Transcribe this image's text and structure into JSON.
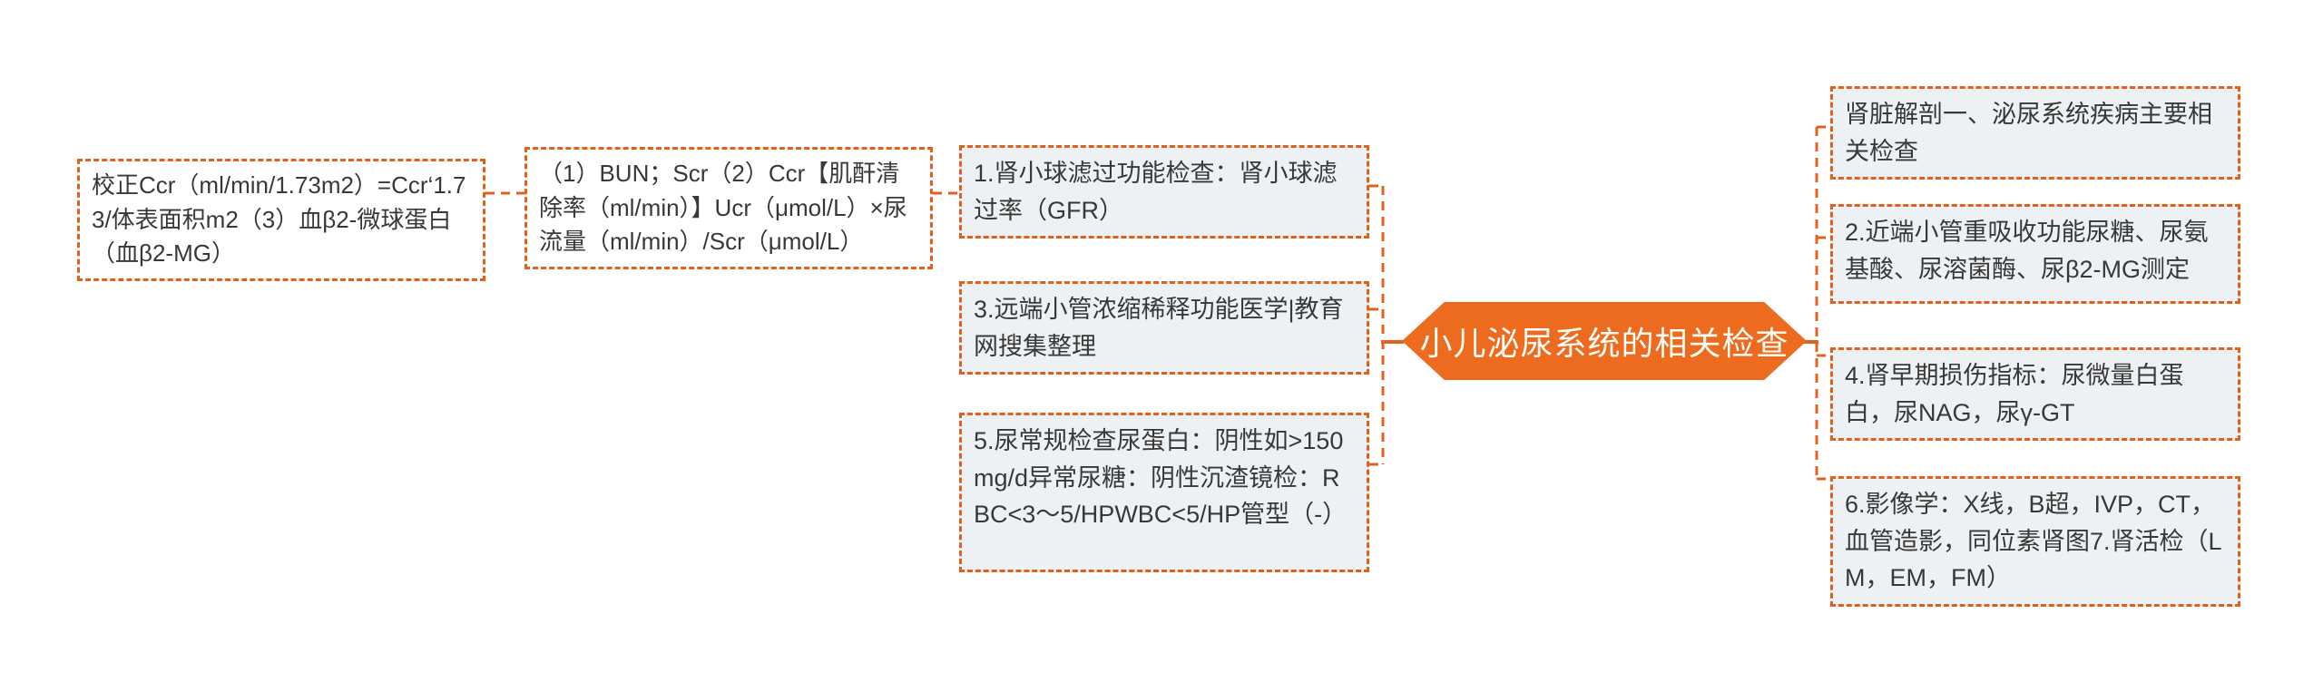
{
  "diagram": {
    "type": "mindmap",
    "central_topic": "小儿泌尿系统的相关检查"
  },
  "colors": {
    "accent_orange": "#E2601C",
    "central_fill": "#ED6B1E",
    "central_text": "#FFFDF8",
    "branch_box_fill": "#EEF1F4",
    "plain_box_fill": "#FFFFFF",
    "text": "#383838"
  },
  "nodes": {
    "central": {
      "text": "小儿泌尿系统的相关检查"
    },
    "l1": {
      "text": "校正Ccr（ml/min/1.73m2）=Ccr‘1.73/体表面积m2（3）血β2-微球蛋白（血β2-MG）"
    },
    "l2": {
      "text": "（1）BUN；Scr（2）Ccr【肌酐清除率（ml/min）】Ucr（μmol/L）×尿流量（ml/min）/Scr（μmol/L）"
    },
    "l3": {
      "text": "1.肾小球滤过功能检查：肾小球滤过率（GFR）"
    },
    "l4": {
      "text": "3.远端小管浓缩稀释功能医学|教育网搜集整理"
    },
    "l5": {
      "text": "5.尿常规检查尿蛋白：阴性如>150mg/d异常尿糖：阴性沉渣镜检：RBC<3～5/HPWBC<5/HP管型（-）"
    },
    "r1": {
      "text": "肾脏解剖一、泌尿系统疾病主要相关检查"
    },
    "r2": {
      "text": "2.近端小管重吸收功能尿糖、尿氨基酸、尿溶菌酶、尿β2-MG测定"
    },
    "r3": {
      "text": "4.肾早期损伤指标：尿微量白蛋白，尿NAG，尿γ-GT"
    },
    "r4": {
      "text": "6.影像学：X线，B超，IVP，CT，血管造影，同位素肾图7.肾活检（LM，EM，FM）"
    }
  }
}
